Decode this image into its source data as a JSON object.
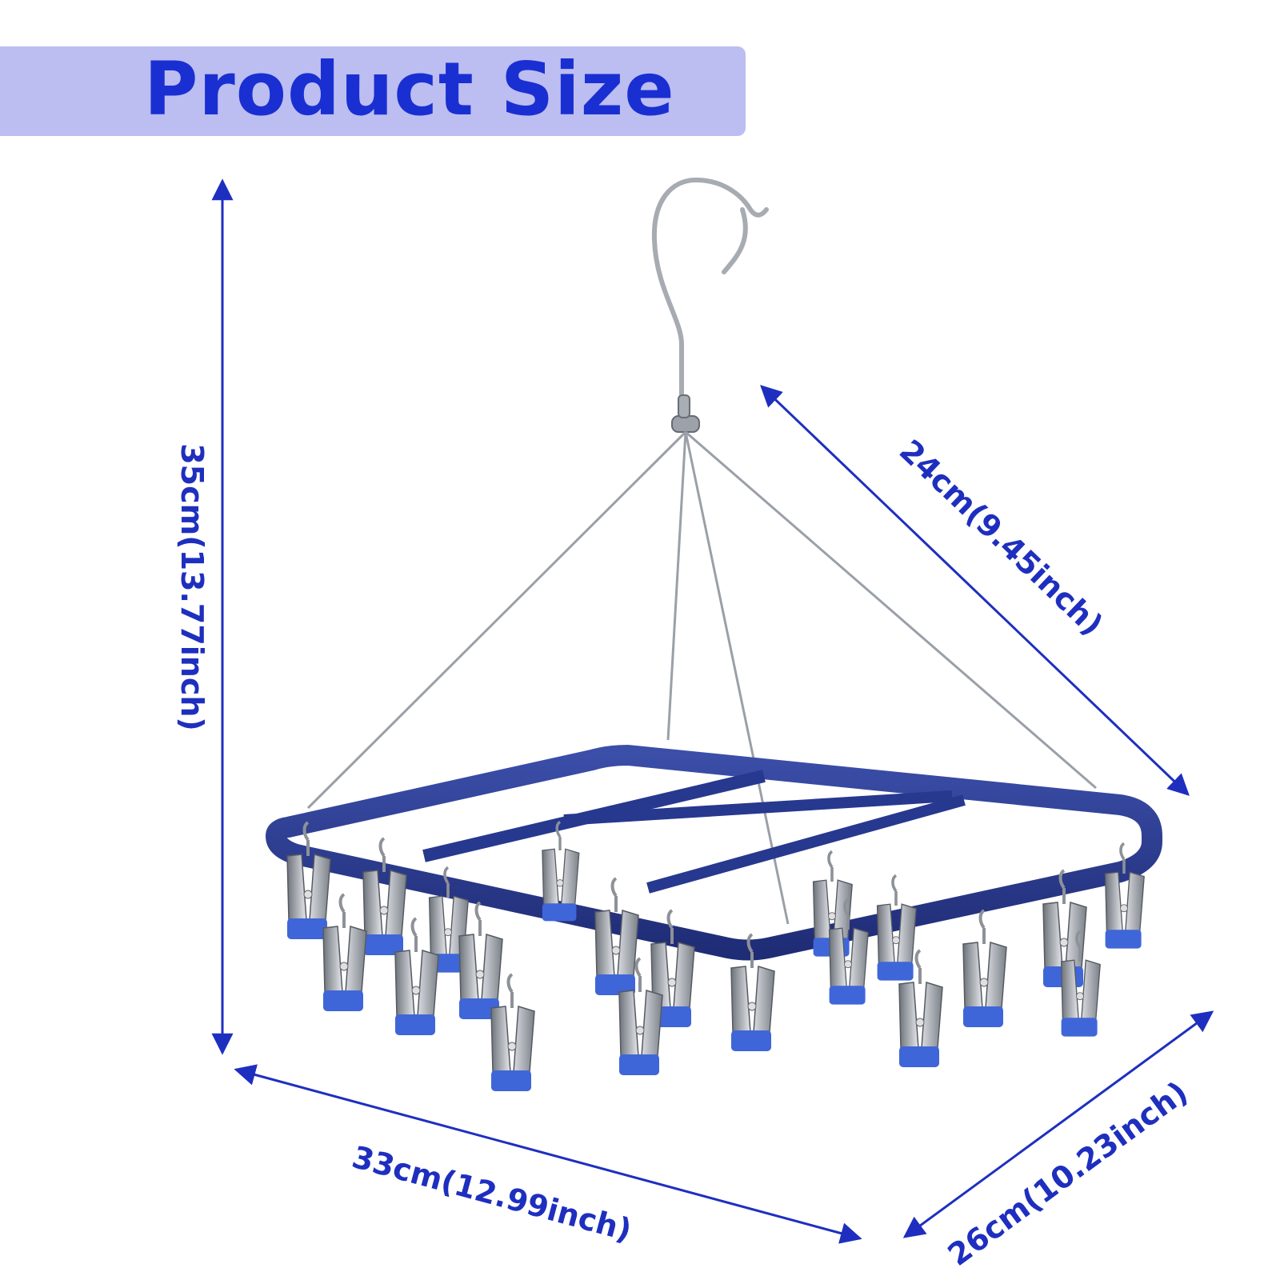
{
  "header": {
    "title": "Product Size"
  },
  "dimensions": {
    "height": "35cm(13.77inch)",
    "depth_top": "24cm(9.45inch)",
    "width": "33cm(12.99inch)",
    "depth_bottom": "26cm(10.23inch)"
  },
  "colors": {
    "banner": "#bcbdf1",
    "title": "#1a2fd2",
    "arrow": "#1e2fbf",
    "frame": "#27388f",
    "clip_tip": "#3f66d8",
    "steel": "#b9bdc4"
  }
}
